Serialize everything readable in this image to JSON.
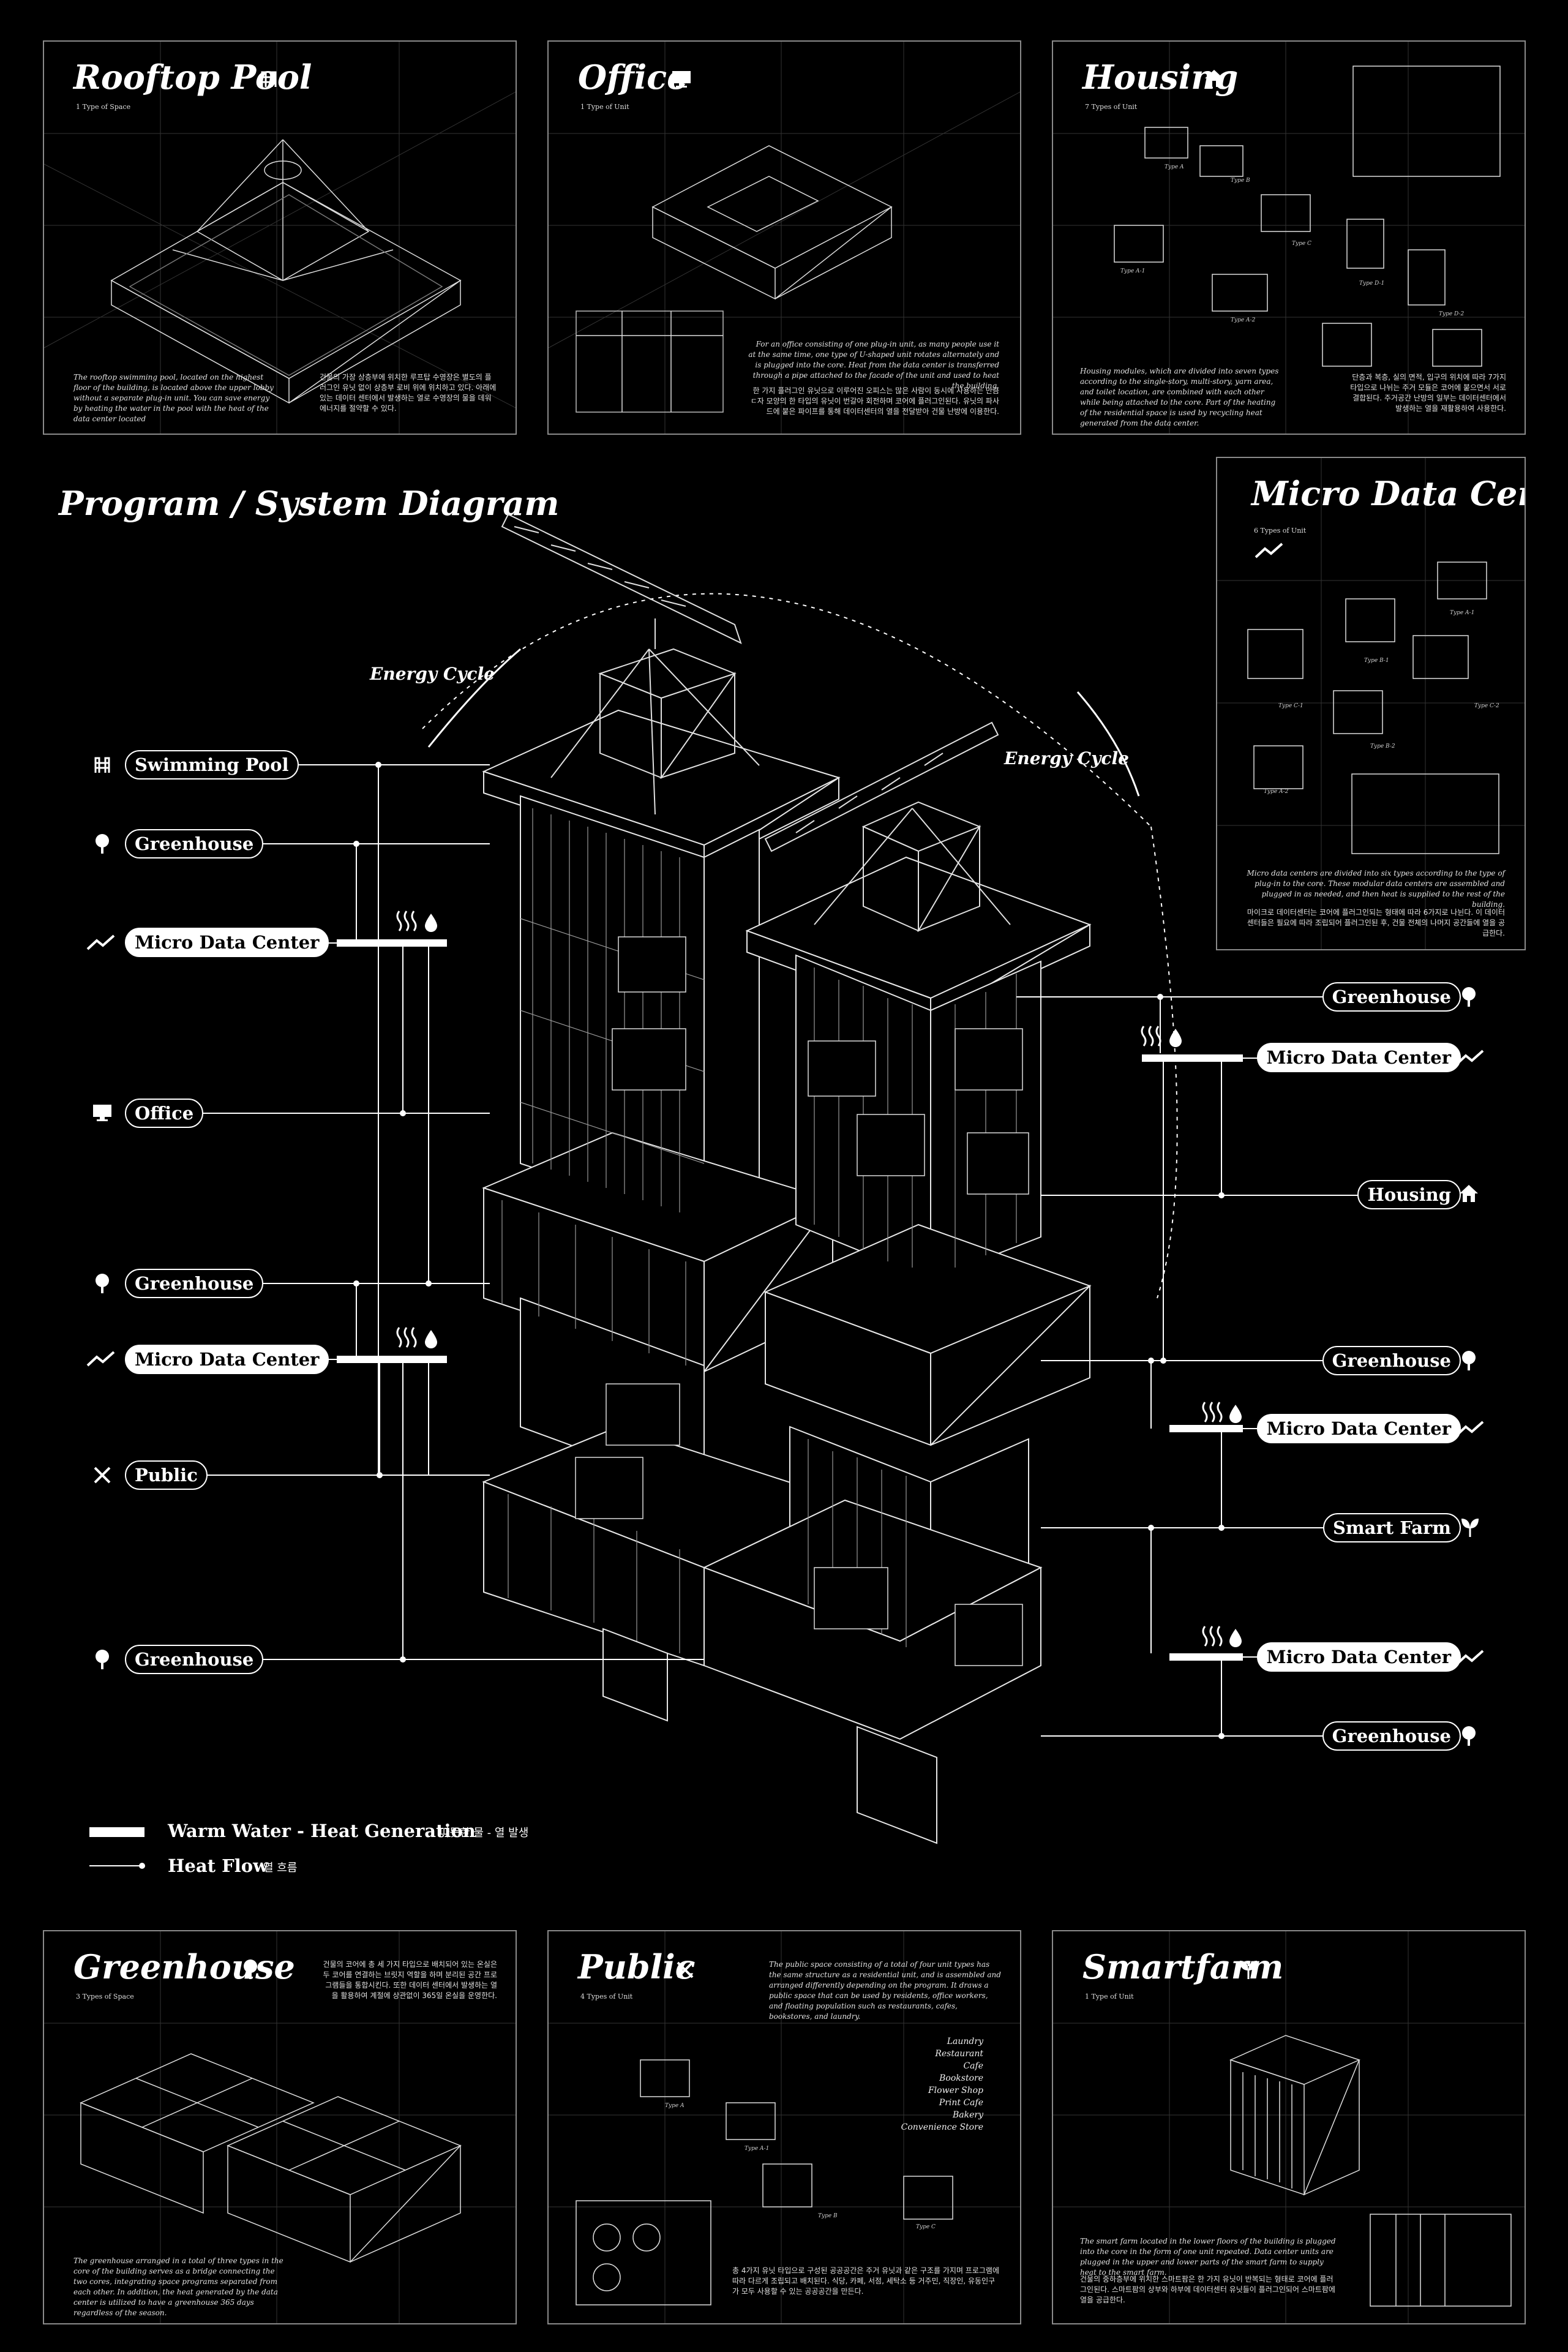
{
  "panels": {
    "rooftop_pool": {
      "title": "Rooftop Pool",
      "subtitle": "1 Type of Space",
      "text_en": "The rooftop swimming pool, located on the highest floor of the building, is located above the upper lobby without a separate plug-in unit. You can save energy by heating the water in the pool with the heat of the data center located",
      "text_ko": "건물의 가장 상층부에 위치한 루프탑 수영장은 별도의 플러그인 유닛 없이 상층부 로비 위에 위치하고 있다. 아래에 있는 데이터 센터에서 발생하는 열로 수영장의 물을 데워 에너지를 절약할 수 있다."
    },
    "office": {
      "title": "Office",
      "subtitle": "1 Type of Unit",
      "text_en": "For an office consisting of one plug-in unit, as many people use it at the same time, one type of U-shaped unit rotates alternately and is plugged into the core. Heat from the data center is transferred through a pipe attached to the facade of the unit and used to heat the building.",
      "text_ko": "한 가지 플러그인 유닛으로 이루어진 오피스는 많은 사람이 동시에 사용하는 만큼 ㄷ자 모양의 한 타입의 유닛이 번갈아 회전하며 코어에 플러그인된다. 유닛의 파사드에 붙은 파이프를 통해 데이터센터의 열을 전달받아 건물 난방에 이용한다."
    },
    "housing": {
      "title": "Housing",
      "subtitle": "7 Types of Unit",
      "text_en": "Housing modules, which are divided into seven types according to the single-story, multi-story, yarn area, and toilet location, are combined with each other while being attached to the core. Part of the heating of the residential space is used by recycling heat generated from the data center.",
      "text_ko": "단층과 복층, 실의 면적, 입구의 위치에 따라 7가지 타입으로 나뉘는 주거 모듈은 코어에 붙으면서 서로 결합된다. 주거공간 난방의 일부는 데이터센터에서 발생하는 열을 재활용하여 사용한다.",
      "types": [
        "Type A",
        "Type A-1",
        "Type B",
        "Type C",
        "Type D-1",
        "Type D-2",
        "Type A-2"
      ]
    },
    "micro_data_center": {
      "title": "Micro Data Center",
      "subtitle": "6 Types of Unit",
      "text_en": "Micro data centers are divided into six types according to the type of plug-in to the core. These modular data centers are assembled and plugged in as needed, and then heat is supplied to the rest of the building.",
      "text_ko": "마이크로 데이터센터는 코어에 플러그인되는 형태에 따라 6가지로 나뉜다. 이 데이터센터들은 필요에 따라 조립되어 플러그인된 후, 건물 전체의 나머지 공간들에 열을 공급한다.",
      "types": [
        "Type A-1",
        "Type B-1",
        "Type C-1",
        "Type C-2",
        "Type B-2",
        "Type A-2"
      ]
    },
    "greenhouse": {
      "title": "Greenhouse",
      "subtitle": "3 Types of Space",
      "text_en": "The greenhouse arranged in a total of three types in the core of the building serves as a bridge connecting the two cores, integrating space programs separated from each other. In addition, the heat generated by the data center is utilized to have a greenhouse 365 days regardless of the season.",
      "text_ko": "건물의 코어에 총 세 가지 타입으로 배치되어 있는 온실은 두 코어를 연결하는 브릿지 역할을 하며 분리된 공간 프로그램들을 통합시킨다. 또한 데이터 센터에서 발생하는 열을 활용하여 계절에 상관없이 365일 온실을 운영한다."
    },
    "public": {
      "title": "Public",
      "subtitle": "4 Types of Unit",
      "text_en": "The public space consisting of a total of four unit types has the same structure as a residential unit, and is assembled and arranged differently depending on the program. It draws a public space that can be used by residents, office workers, and floating population such as restaurants, cafes, bookstores, and laundry.",
      "text_ko": "총 4가지 유닛 타입으로 구성된 공공공간은 주거 유닛과 같은 구조를 가지며 프로그램에 따라 다르게 조립되고 배치된다. 식당, 카페, 서점, 세탁소 등 거주민, 직장인, 유동인구가 모두 사용할 수 있는 공공공간을 만든다.",
      "programs": [
        "Laundry",
        "Restaurant",
        "Cafe",
        "Bookstore",
        "Flower Shop",
        "Print Cafe",
        "Bakery",
        "Convenience Store"
      ],
      "types": [
        "Type A",
        "Type A-1",
        "Type B",
        "Type C"
      ]
    },
    "smartfarm": {
      "title": "Smartfarm",
      "subtitle": "1 Type of Unit",
      "text_en": "The smart farm located in the lower floors of the building is plugged into the core in the form of one unit repeated. Data center units are plugged in the upper and lower parts of the smart farm to supply heat to the smart farm.",
      "text_ko": "건물의 중하층부에 위치한 스마트팜은 한 가지 유닛이 반복되는 형태로 코어에 플러그인된다. 스마트팜의 상부와 하부에 데이터센터 유닛들이 플러그인되어 스마트팜에 열을 공급한다."
    }
  },
  "diagram": {
    "title": "Program / System Diagram",
    "energy_cycle": "Energy Cycle",
    "left_labels": [
      {
        "text": "Swimming Pool",
        "icon": "pool-icon",
        "filled": false
      },
      {
        "text": "Greenhouse",
        "icon": "tree-icon",
        "filled": false
      },
      {
        "text": "Micro Data Center",
        "icon": "chart-line-icon",
        "filled": true
      },
      {
        "text": "Office",
        "icon": "monitor-icon",
        "filled": false
      },
      {
        "text": "Greenhouse",
        "icon": "tree-icon",
        "filled": false
      },
      {
        "text": "Micro Data Center",
        "icon": "chart-line-icon",
        "filled": true
      },
      {
        "text": "Public",
        "icon": "utensils-icon",
        "filled": false
      },
      {
        "text": "Greenhouse",
        "icon": "tree-icon",
        "filled": false
      }
    ],
    "right_labels": [
      {
        "text": "Greenhouse",
        "icon": "tree-icon",
        "filled": false
      },
      {
        "text": "Micro Data Center",
        "icon": "chart-line-icon",
        "filled": true
      },
      {
        "text": "Housing",
        "icon": "house-icon",
        "filled": false
      },
      {
        "text": "Greenhouse",
        "icon": "tree-icon",
        "filled": false
      },
      {
        "text": "Micro Data Center",
        "icon": "chart-line-icon",
        "filled": true
      },
      {
        "text": "Smart Farm",
        "icon": "sprout-icon",
        "filled": false
      },
      {
        "text": "Micro Data Center",
        "icon": "chart-line-icon",
        "filled": true
      },
      {
        "text": "Greenhouse",
        "icon": "tree-icon",
        "filled": false
      }
    ],
    "legend": {
      "warm_en": "Warm Water - Heat Generation",
      "warm_ko": "따뜻한 물 - 열 발생",
      "flow_en": "Heat Flow",
      "flow_ko": "열 흐름"
    }
  },
  "colors": {
    "background": "#000000",
    "line": "#ffffff",
    "panel_border": "#8a8a8a"
  }
}
